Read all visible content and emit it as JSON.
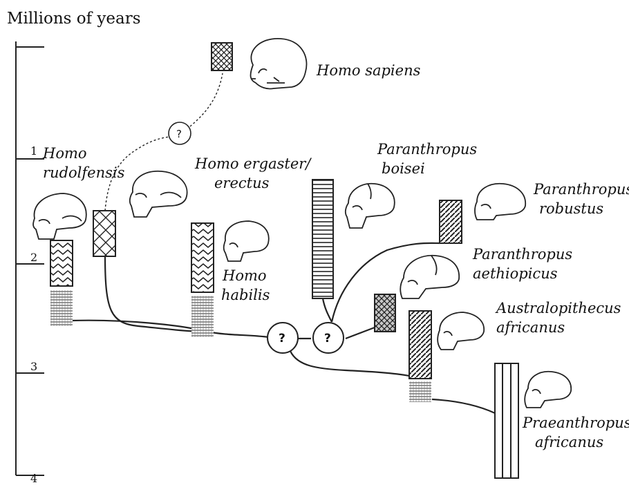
{
  "axis": {
    "title": "Millions of years",
    "ticks": [
      "1",
      "2",
      "3",
      "4"
    ]
  },
  "species": {
    "homo_sapiens": "Homo sapiens",
    "homo_rudolfensis": [
      "Homo",
      "rudolfensis"
    ],
    "homo_ergaster": [
      "Homo ergaster/",
      "erectus"
    ],
    "homo_habilis": [
      "Homo",
      "habilis"
    ],
    "p_boisei": [
      "Paranthropus",
      "boisei"
    ],
    "p_robustus": [
      "Paranthropus",
      "robustus"
    ],
    "p_aethiopicus": [
      "Paranthropus",
      "aethiopicus"
    ],
    "a_africanus": [
      "Australopithecus",
      "africanus"
    ],
    "pr_africanus": [
      "Praeanthropus",
      "africanus"
    ]
  },
  "unknown_nodes": [
    "?",
    "?",
    "?"
  ]
}
